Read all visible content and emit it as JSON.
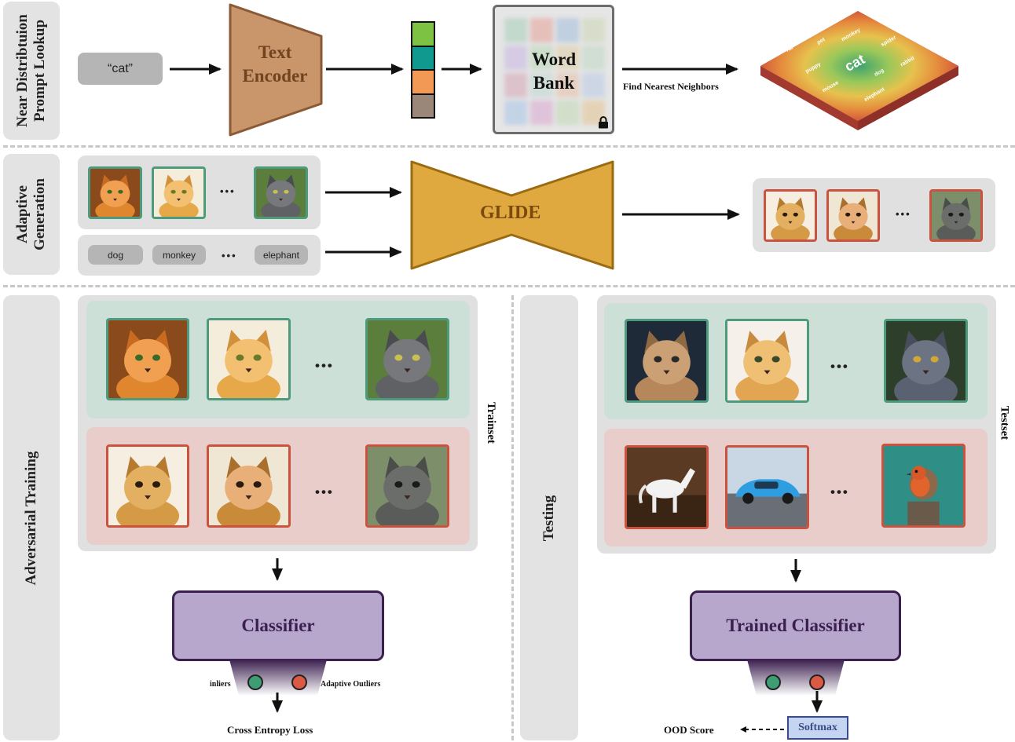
{
  "rows": {
    "row1_label": "Near Distribtuion\nPrompt Lookup",
    "row2_label": "Adaptive\nGeneration",
    "row3_label": "Adversarial Training",
    "testing_label": "Testing"
  },
  "prompt": {
    "input": "“cat”",
    "text_encoder": "Text Encoder",
    "word_bank": "Word Bank",
    "find_neighbors": "Find Nearest Neighbors",
    "embedding_colors": [
      "#7dc242",
      "#10998f",
      "#f29a55",
      "#9b877a"
    ],
    "semantic_map": {
      "center": "cat",
      "words": [
        "rat",
        "pet",
        "monkey",
        "spider",
        "puppy",
        "rabbit",
        "mouse",
        "dog",
        "elephant"
      ]
    }
  },
  "generation": {
    "class_labels": [
      "dog",
      "monkey",
      "elephant"
    ],
    "ellipsis": "•••",
    "model": "GLIDE"
  },
  "training": {
    "trainset_label": "Trainset",
    "classifier": "Classifier",
    "inliers": "inliers",
    "outliers": "Adaptive Outliers",
    "loss": "Cross Entropy Loss"
  },
  "testing": {
    "testset_label": "Testset",
    "classifier": "Trained Classifier",
    "softmax": "Softmax",
    "ood_score": "OOD Score"
  },
  "colors": {
    "inlier_border": "#4e9a7c",
    "outlier_border": "#c9533f",
    "inlier_panel": "#cde0d8",
    "outlier_panel": "#e8cdca",
    "encoder": "#c9956a",
    "glide": "#e0a940",
    "classifier": "#b7a7cc",
    "classifier_border": "#3b1f4f",
    "inlier_node": "#3e9e73",
    "outlier_node": "#dc5a44",
    "softmax": "#c5d4f0"
  }
}
